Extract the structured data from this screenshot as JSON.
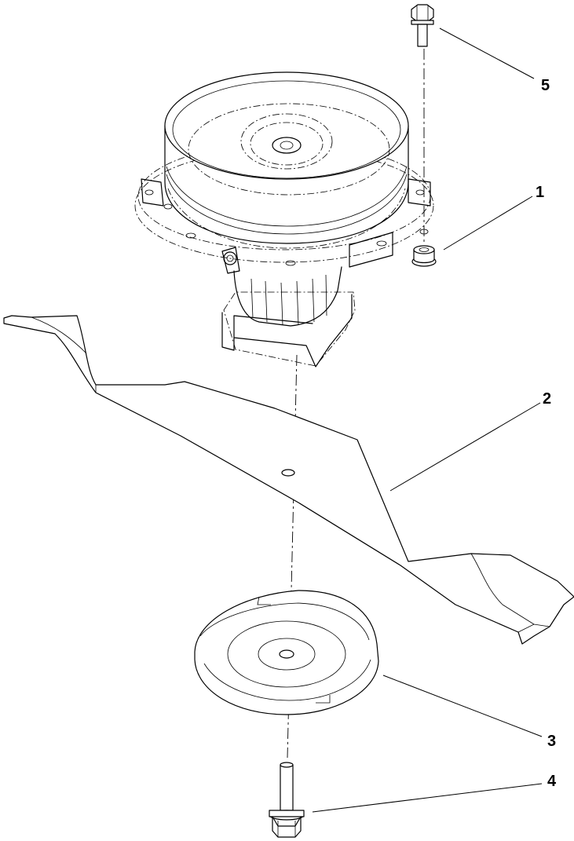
{
  "diagram": {
    "callouts": [
      {
        "id": "c5",
        "label": "5"
      },
      {
        "id": "c1",
        "label": "1"
      },
      {
        "id": "c2",
        "label": "2"
      },
      {
        "id": "c3",
        "label": "3"
      },
      {
        "id": "c4",
        "label": "4"
      }
    ]
  }
}
